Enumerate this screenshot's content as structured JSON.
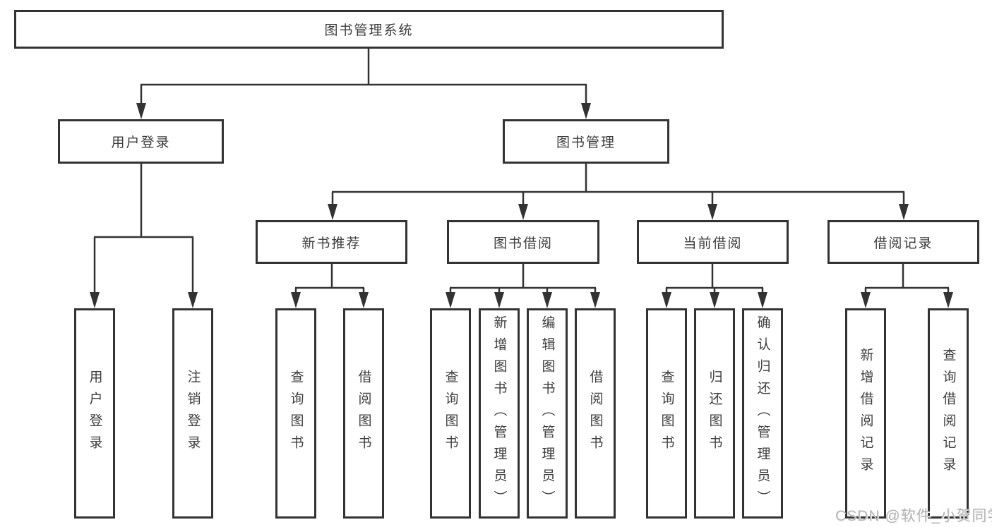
{
  "diagram": {
    "root": {
      "label": "图书管理系统"
    },
    "level2": [
      {
        "label": "用户登录"
      },
      {
        "label": "图书管理"
      }
    ],
    "level3": [
      {
        "label": "新书推荐"
      },
      {
        "label": "图书借阅"
      },
      {
        "label": "当前借阅"
      },
      {
        "label": "借阅记录"
      }
    ],
    "leaves": {
      "user_login": [
        "用户登录",
        "注销登录"
      ],
      "new_book": [
        "查询图书",
        "借阅图书"
      ],
      "book_borrow": [
        "查询图书",
        "新增图书（管理员）",
        "编辑图书（管理员）",
        "借阅图书"
      ],
      "current_borrow": [
        "查询图书",
        "归还图书",
        "确认归还（管理员）"
      ],
      "borrow_records": [
        "新增借阅记录",
        "查询借阅记录"
      ]
    }
  },
  "watermark": {
    "text": "CSDN @软件_小贺同学"
  },
  "colors": {
    "line": "#333333",
    "box_border": "#333333",
    "text": "#3d3d3d",
    "watermark": "#b5b5b5",
    "background": "#ffffff"
  }
}
